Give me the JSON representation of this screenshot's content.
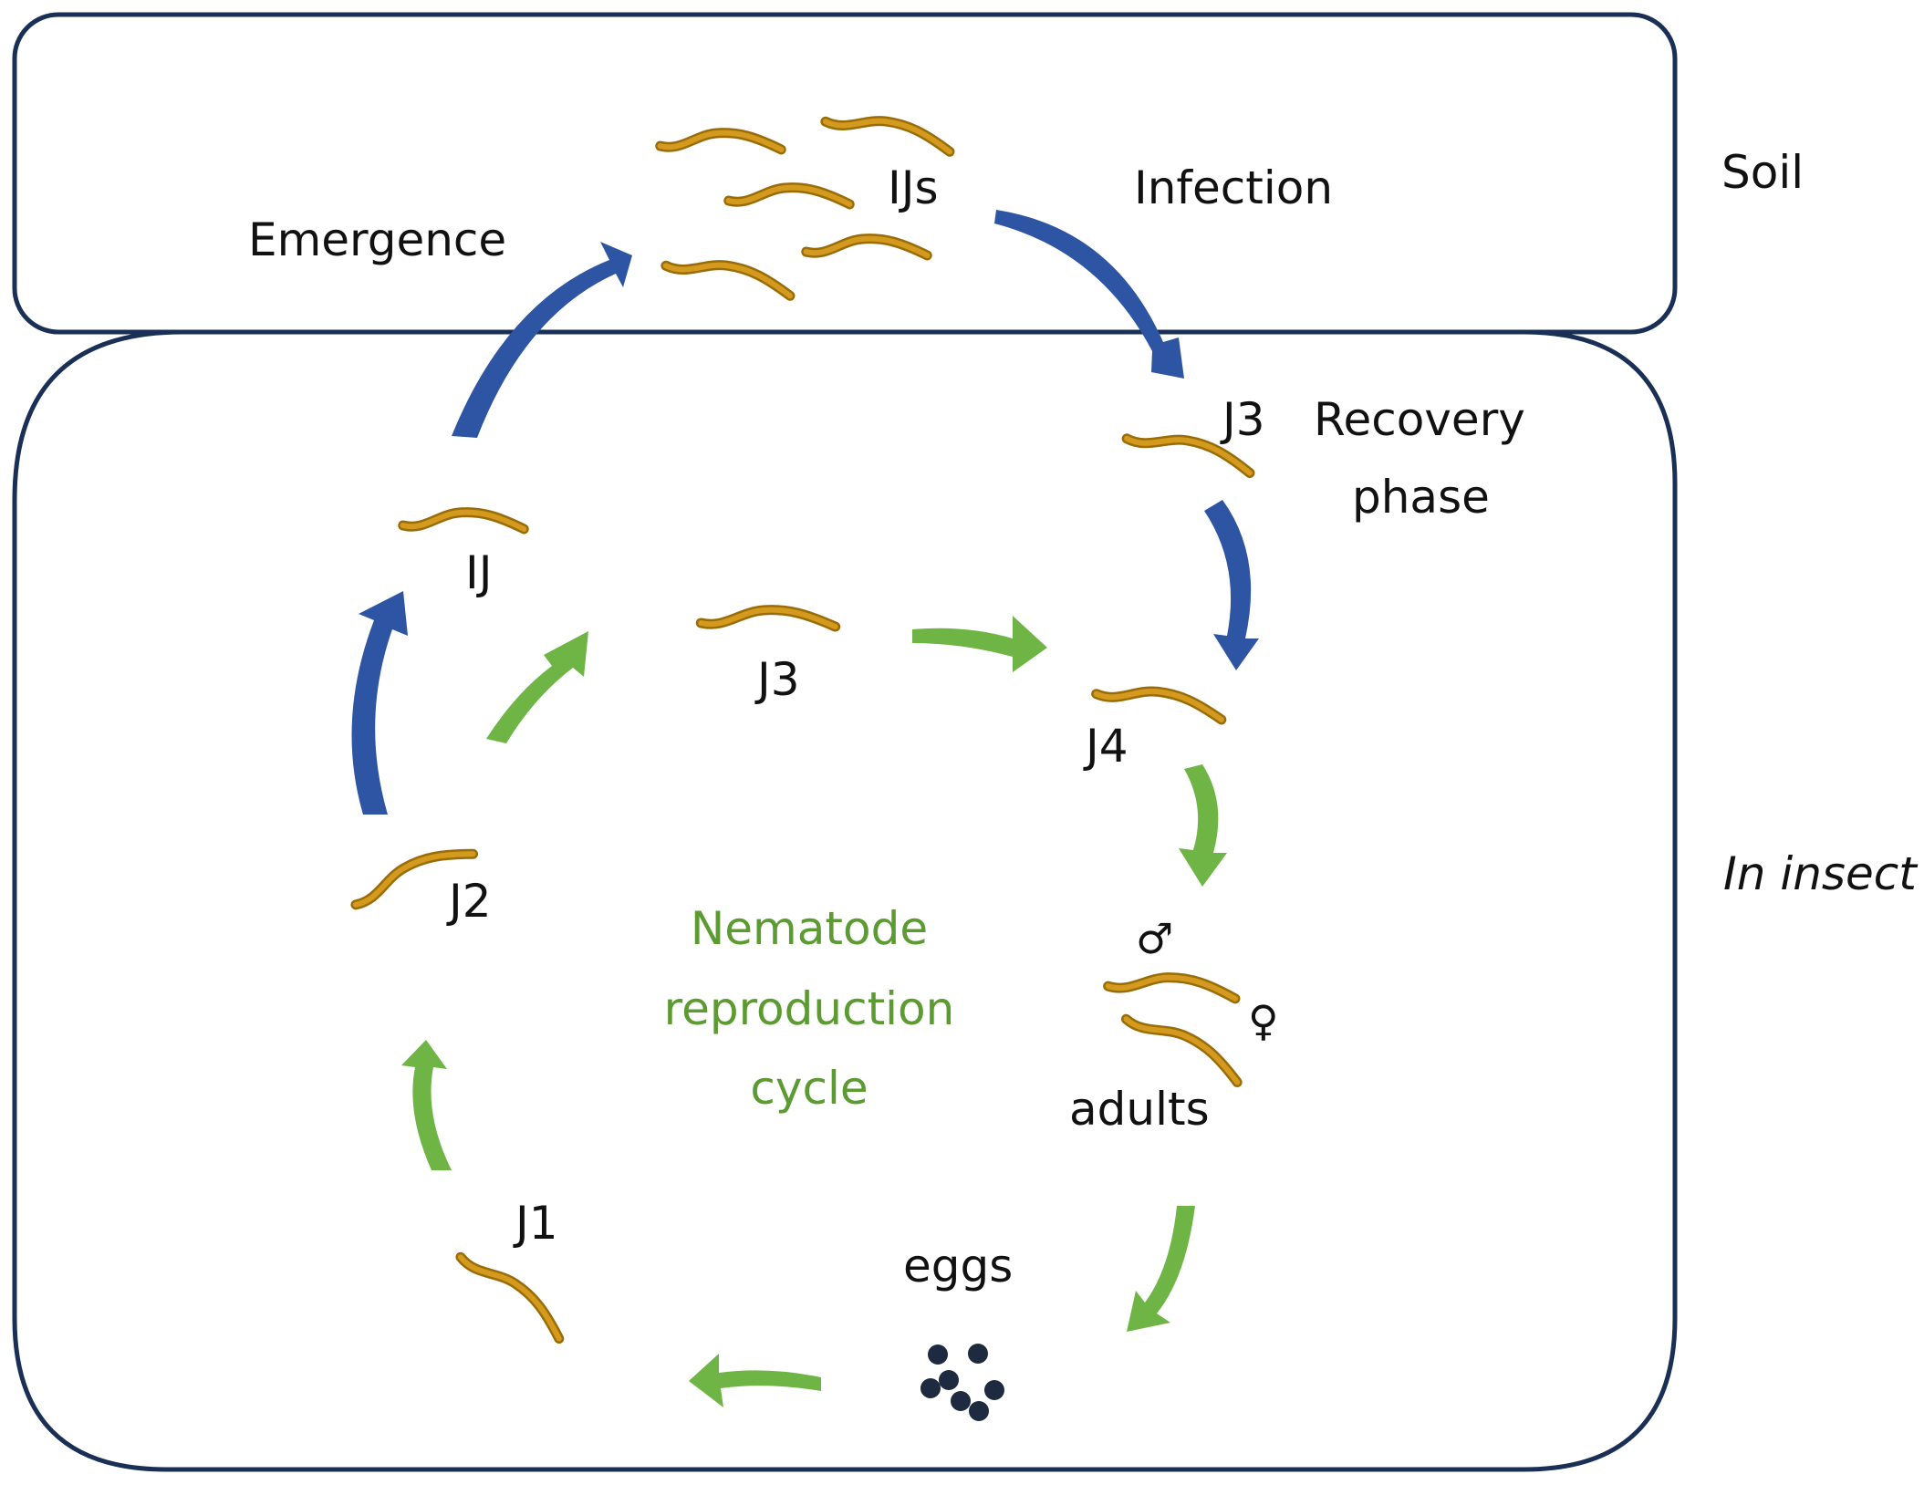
{
  "zones": {
    "soil": "Soil",
    "insect": "In insect"
  },
  "labels": {
    "ijs": "IJs",
    "emergence": "Emergence",
    "infection": "Infection",
    "j3_recovery": "J3",
    "recovery_phase_line1": "Recovery",
    "recovery_phase_line2": "phase",
    "ij": "IJ",
    "j3": "J3",
    "j4": "J4",
    "j2": "J2",
    "j1": "J1",
    "adults": "adults",
    "eggs": "eggs",
    "male_symbol": "♂",
    "female_symbol": "♀",
    "cycle_line1": "Nematode",
    "cycle_line2": "reproduction",
    "cycle_line3": "cycle"
  },
  "colors": {
    "frame": "#1a2f55",
    "blue_arrow": "#2d55a3",
    "green_arrow": "#6fb545",
    "green_text": "#5c9a32",
    "worm": "#d49a1e",
    "worm_outline": "#9a6c08",
    "egg": "#1e2a40"
  },
  "icons": {
    "nematode": "nematode-worm-icon",
    "eggs": "egg-cluster-icon",
    "male": "male-symbol-icon",
    "female": "female-symbol-icon"
  }
}
